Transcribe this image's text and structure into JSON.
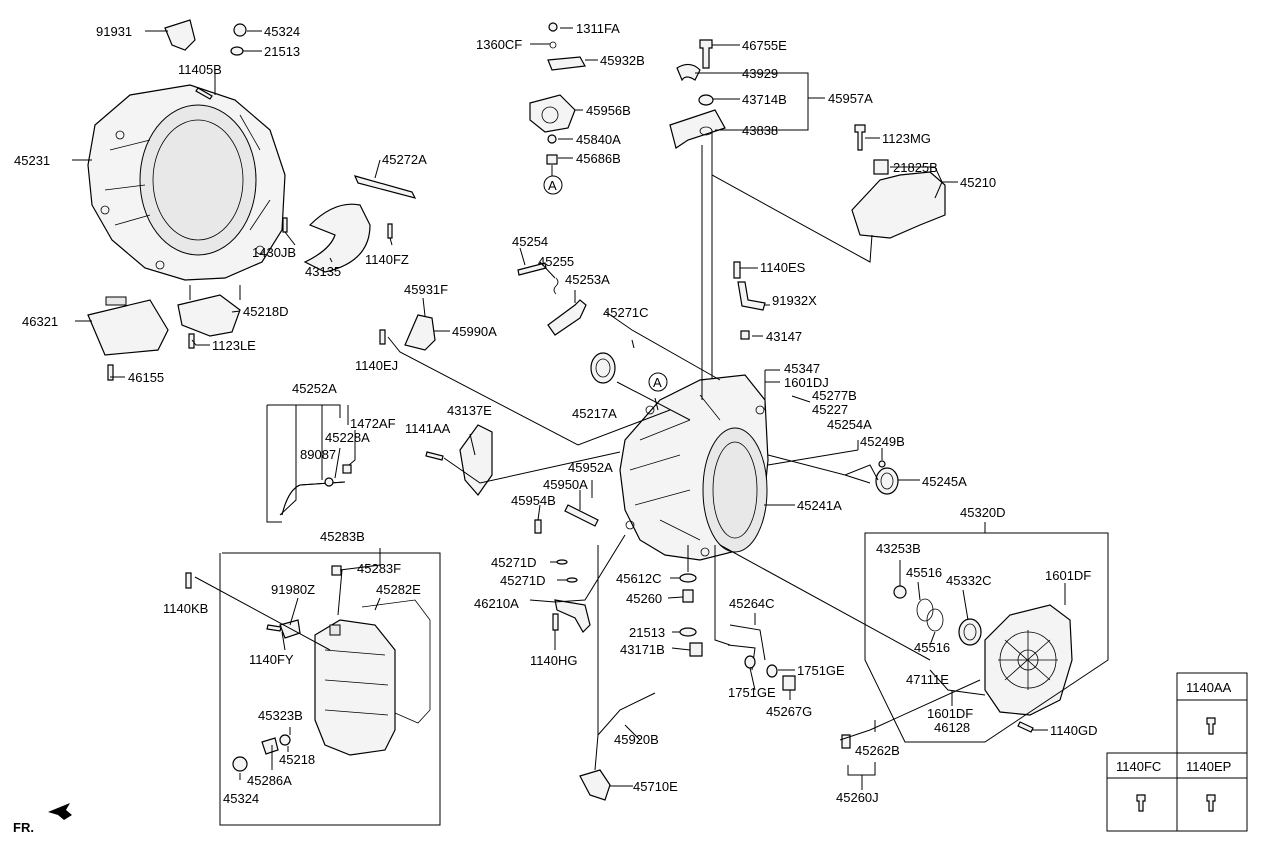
{
  "labels": {
    "91931": "91931",
    "45324_top": "45324",
    "21513_top": "21513",
    "11405B": "11405B",
    "45231": "45231",
    "45272A": "45272A",
    "1430JB": "1430JB",
    "1140FZ": "1140FZ",
    "43135": "43135",
    "46321": "46321",
    "45218D": "45218D",
    "1123LE": "1123LE",
    "46155": "46155",
    "1311FA": "1311FA",
    "1360CF": "1360CF",
    "45932B": "45932B",
    "45956B": "45956B",
    "45840A": "45840A",
    "45686B": "45686B",
    "46755E": "46755E",
    "43929": "43929",
    "43714B": "43714B",
    "45957A": "45957A",
    "43838": "43838",
    "1123MG": "1123MG",
    "21825B": "21825B",
    "45210": "45210",
    "45254": "45254",
    "45255": "45255",
    "45253A": "45253A",
    "1140ES": "1140ES",
    "91932X": "91932X",
    "45931F": "45931F",
    "45990A": "45990A",
    "45271C": "45271C",
    "43147": "43147",
    "1140EJ": "1140EJ",
    "45347": "45347",
    "1601DJ": "1601DJ",
    "45277B": "45277B",
    "45227": "45227",
    "45254A": "45254A",
    "45249B": "45249B",
    "45217A": "45217A",
    "45252A": "45252A",
    "1472AF": "1472AF",
    "45228A": "45228A",
    "89087": "89087",
    "43137E": "43137E",
    "1141AA": "1141AA",
    "45952A": "45952A",
    "45950A": "45950A",
    "45245A": "45245A",
    "45954B": "45954B",
    "45241A": "45241A",
    "45283B": "45283B",
    "45283F": "45283F",
    "1140KB": "1140KB",
    "91980Z": "91980Z",
    "45282E": "45282E",
    "1140FY": "1140FY",
    "45323B": "45323B",
    "45218": "45218",
    "45286A": "45286A",
    "45324_bot": "45324",
    "45271D_a": "45271D",
    "45271D_b": "45271D",
    "45612C": "45612C",
    "45260": "45260",
    "46210A": "46210A",
    "21513_mid": "21513",
    "43171B": "43171B",
    "1140HG": "1140HG",
    "45264C": "45264C",
    "1751GE_a": "1751GE",
    "1751GE_b": "1751GE",
    "45267G": "45267G",
    "45920B": "45920B",
    "45710E": "45710E",
    "45320D": "45320D",
    "43253B": "43253B",
    "45516_a": "45516",
    "45332C": "45332C",
    "1601DF_a": "1601DF",
    "45516_b": "45516",
    "47111E": "47111E",
    "1601DF_b": "1601DF",
    "46128": "46128",
    "1140GD": "1140GD",
    "45262B": "45262B",
    "45260J": "45260J",
    "marker_a1": "A",
    "marker_a2": "A"
  },
  "legend": {
    "top": "1140AA",
    "bottom_left": "1140FC",
    "bottom_right": "1140EP"
  },
  "footer": {
    "fr": "FR."
  }
}
